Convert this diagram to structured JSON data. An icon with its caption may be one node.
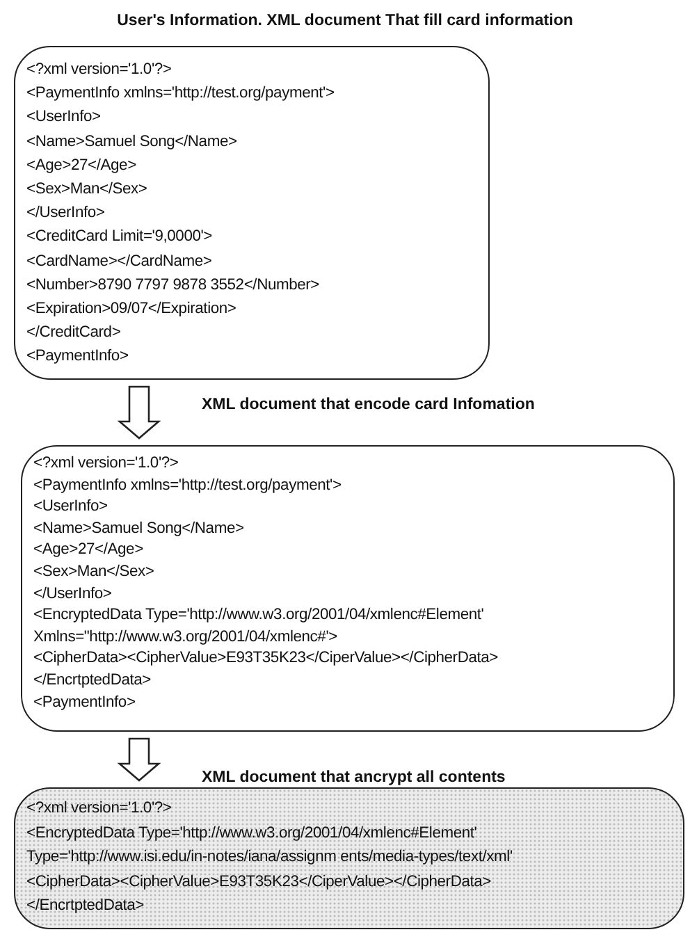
{
  "diagram": {
    "nodes": [
      {
        "text": [
          "User's Information. XML document That fill card information",
          "<?xml version='1.0'?>",
          "<PaymentInfo xmlns='http://test.org/payment'>",
          "<UserInfo>",
          "<Name>Samuel  Song</Name>",
          "<Age>27</Age>",
          "<Sex>Man</Sex>",
          "</UserInfo>",
          "<CreditCard Limit='9,0000'>",
          "<CardName></CardName>",
          "<Number>8790 7797 9878 3552</Number>",
          "<Expiration>09/07</Expiration>",
          "</CreditCard>",
          "<PaymentInfo>"
        ]
      },
      {
        "text": [
          "XML document that encode card Infomation",
          "<?xml version='1.0'?>",
          "<PaymentInfo xmlns='http://test.org/payment'>",
          "<UserInfo>",
          "<Name>Samuel  Song</Name>",
          "<Age>27</Age>",
          "<Sex>Man</Sex>",
          "</UserInfo>",
          "<EncryptedData Type='http://www.w3.org/2001/04/xmlenc#Element'",
          "Xmlns=\"http://www.w3.org/2001/04/xmlenc#'>",
          "<CipherData><CipherValue>E93T35K23</CiperValue></CipherData>",
          "</EncrtptedData>",
          "<PaymentInfo>"
        ]
      },
      {
        "text": [
          "XML document that ancrypt all contents",
          "<?xml version='1.0'?>",
          "<EncryptedData Type='http://www.w3.org/2001/04/xmlenc#Element'",
          "Type='http://www.isi.edu/in-notes/iana/assignm ents/media-types/text/xml'",
          "<CipherData><CipherValue>E93T35K23</CiperValue></CipherData>",
          "</EncrtptedData>"
        ]
      }
    ],
    "edges": [
      {
        "from": 0,
        "to": 1,
        "arrow": "to"
      },
      {
        "from": 1,
        "to": 2,
        "arrow": "to"
      }
    ]
  }
}
